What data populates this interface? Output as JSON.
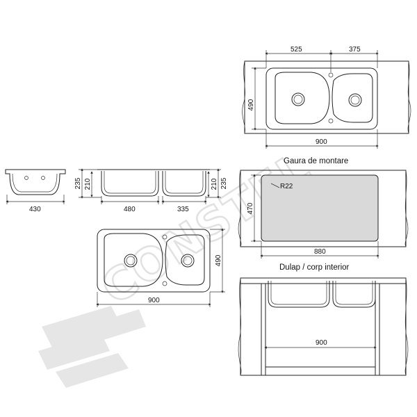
{
  "watermark": {
    "brand": "CONSTEL"
  },
  "views": {
    "plan_top_right": {
      "dims": {
        "left_bowl": "525",
        "right_bowl": "375",
        "depth": "490",
        "width": "900"
      }
    },
    "cutout": {
      "title": "Gaura de montare",
      "dims": {
        "radius": "R22",
        "depth": "470",
        "width": "880"
      }
    },
    "cabinet": {
      "title": "Dulap / corp interior",
      "dims": {
        "width": "900"
      }
    },
    "sections": {
      "dims": {
        "small_width": "430",
        "height_total": "235",
        "bowl_depth": "210",
        "bowl_width": "480",
        "bowl_depth_right": "210",
        "height_total_right": "235",
        "second_bowl_width": "335"
      }
    },
    "plan_bottom": {
      "dims": {
        "width": "900",
        "depth": "490"
      }
    }
  },
  "colors": {
    "line": "#222222",
    "cutout_fill": "#d9d9d9",
    "watermark": "#c8c8c8"
  }
}
